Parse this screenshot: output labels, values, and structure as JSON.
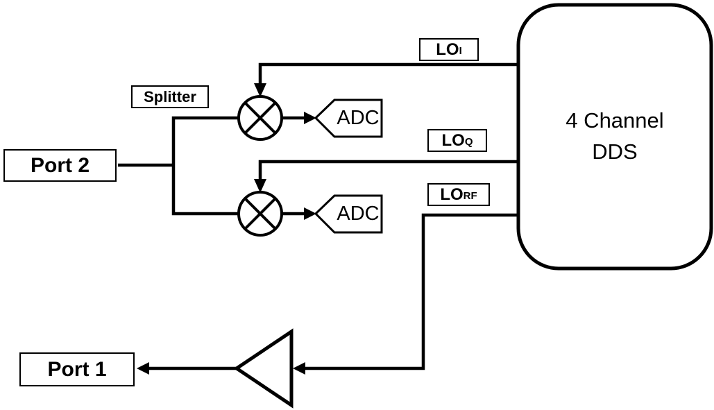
{
  "diagram": {
    "port2_label": "Port 2",
    "port1_label": "Port 1",
    "splitter_label": "Splitter",
    "adc1_label": "ADC",
    "adc2_label": "ADC",
    "dds_line1": "4 Channel",
    "dds_line2": "DDS",
    "lo_i": {
      "text": "LO",
      "sub": "I"
    },
    "lo_q": {
      "text": "LO",
      "sub": "Q"
    },
    "lo_rf": {
      "text": "LO",
      "sub": "RF"
    },
    "colors": {
      "line": "#000000",
      "background": "#ffffff"
    }
  }
}
